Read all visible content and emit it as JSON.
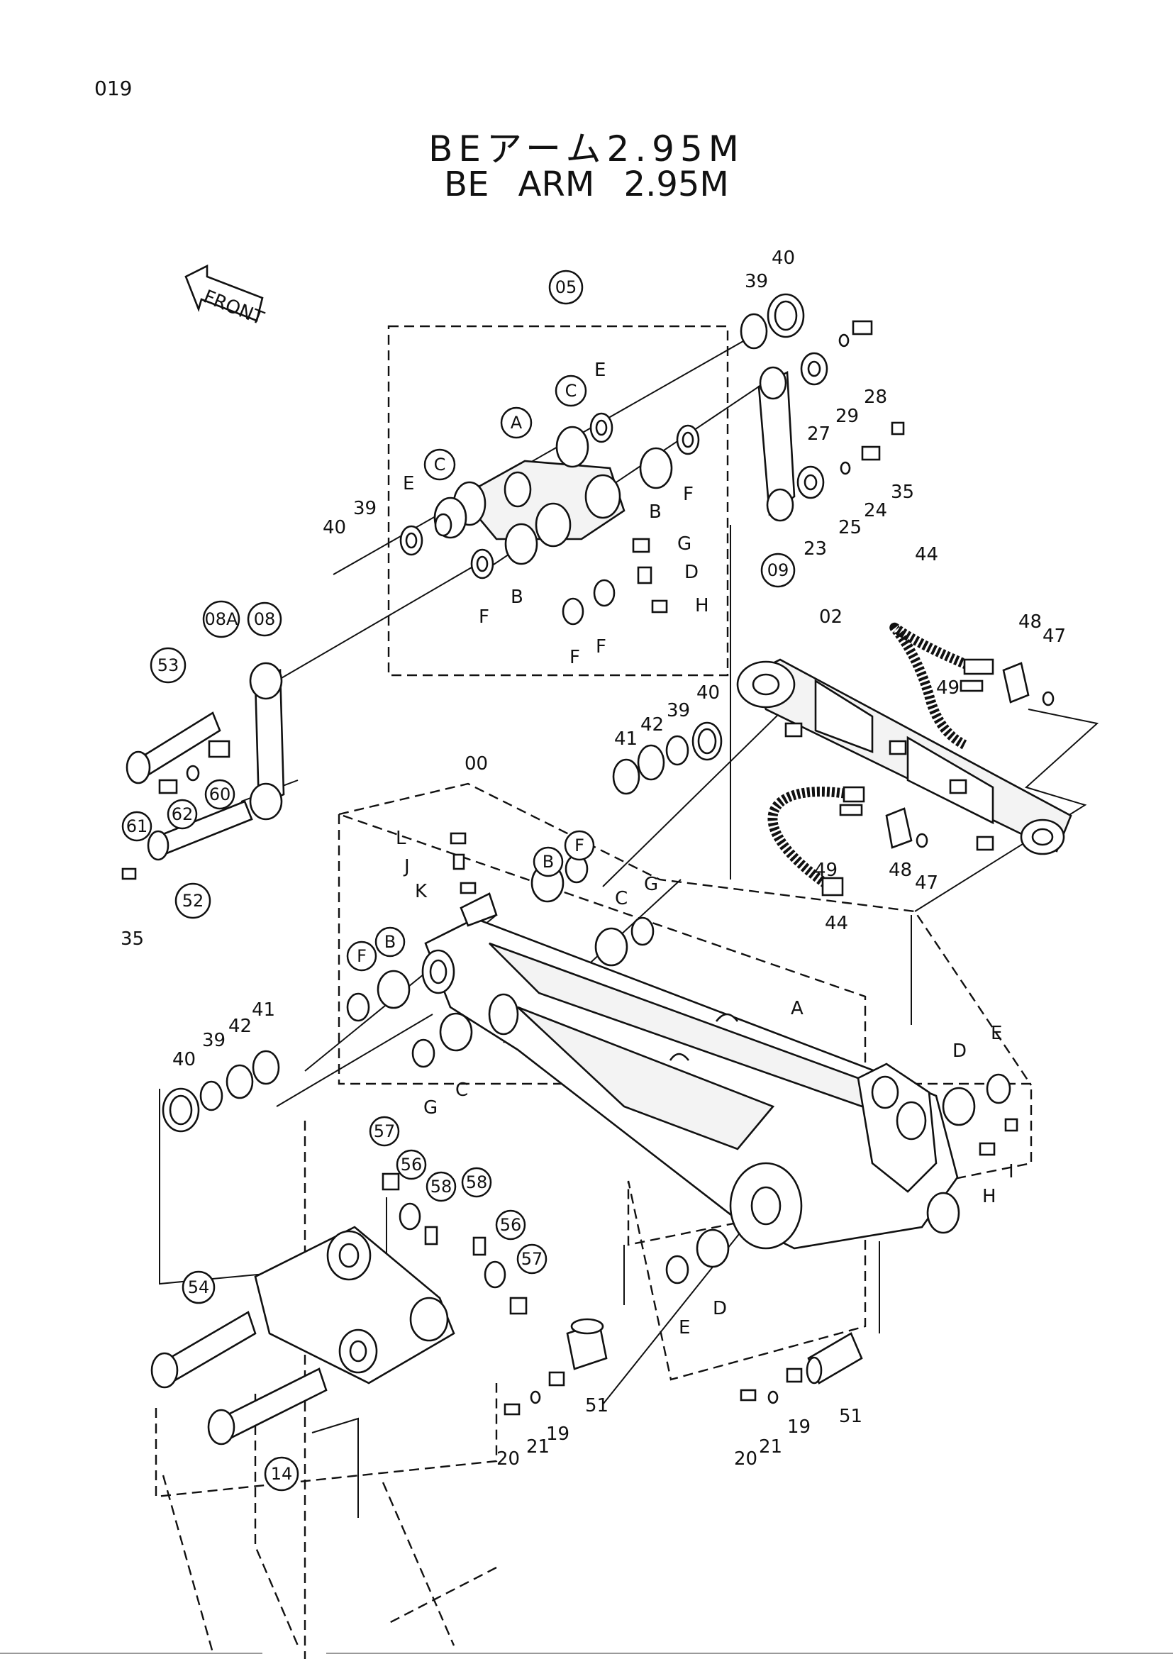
{
  "page_number": "019",
  "title_ja": "BEアーム2.95M",
  "title_en": "BE  ARM  2.95M",
  "front_label": "FRONT",
  "plain_labels": {
    "p39a": "39",
    "p40a": "40",
    "p28": "28",
    "p29": "29",
    "p27": "27",
    "p35a": "35",
    "p24": "24",
    "p25": "25",
    "p23": "23",
    "eE1": "E",
    "eE2": "E",
    "eB1": "B",
    "eB2": "B",
    "eF1": "F",
    "eF2": "F",
    "eF3": "F",
    "eF4": "F",
    "eG1": "G",
    "eD1": "D",
    "eH1": "H",
    "p40b": "40",
    "p39b": "39",
    "p44a": "44",
    "p02": "02",
    "p48a": "48",
    "p47a": "47",
    "p49a": "49",
    "p41a": "41",
    "p42a": "42",
    "p39c": "39",
    "p40c": "40",
    "p00": "00",
    "eL": "L",
    "eJ": "J",
    "eK": "K",
    "eC2": "C",
    "eG2": "G",
    "p49b": "49",
    "p48b": "48",
    "p47b": "47",
    "p44b": "44",
    "p35b": "35",
    "p41b": "41",
    "p42b": "42",
    "p39d": "39",
    "p40d": "40",
    "eG3": "G",
    "eC3": "C",
    "eA2": "A",
    "eD2": "D",
    "eE3": "E",
    "eH2": "H",
    "eI": "I",
    "eE4": "E",
    "eD3": "D",
    "p51a": "51",
    "p20a": "20",
    "p21a": "21",
    "p19a": "19",
    "p51b": "51",
    "p20b": "20",
    "p21b": "21",
    "p19b": "19"
  },
  "circled_labels": {
    "c05": "05",
    "cA": "A",
    "cC1": "C",
    "cC2": "C",
    "c09": "09",
    "c08A": "08A",
    "c08": "08",
    "c53": "53",
    "c60": "60",
    "c61": "61",
    "c62": "62",
    "c52": "52",
    "cB1": "B",
    "cF1": "F",
    "cF2": "F",
    "cB2": "B",
    "c57a": "57",
    "c56a": "56",
    "c58a": "58",
    "c58b": "58",
    "c56b": "56",
    "c57b": "57",
    "c54": "54",
    "c14": "14"
  }
}
